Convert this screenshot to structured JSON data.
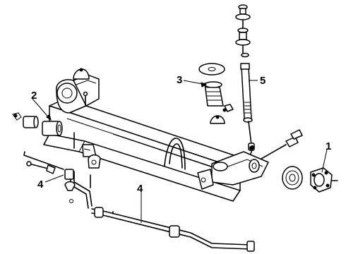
{
  "callouts": {
    "c1": "1",
    "c2": "2",
    "c3": "3",
    "c4_left": "4",
    "c4_bar": "4",
    "c5": "5"
  }
}
